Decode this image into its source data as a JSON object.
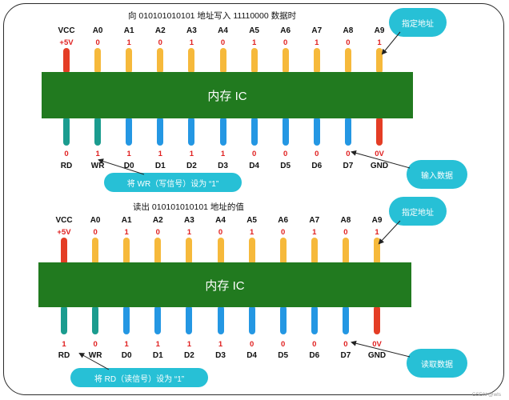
{
  "colors": {
    "ic": "#217a1f",
    "pin_red": "#e43d25",
    "pin_yellow": "#f6b93b",
    "pin_teal": "#1b9c8f",
    "pin_blue": "#2497e3",
    "value_red": "#e02020",
    "value_default": "#222222",
    "bubble": "#27c0d6"
  },
  "watermark": "CSDN @wls",
  "sections": [
    {
      "title": "向 010101010101 地址写入 11110000 数据时",
      "ic_label": "内存 IC",
      "top_labels": [
        "VCC",
        "A0",
        "A1",
        "A2",
        "A3",
        "A4",
        "A5",
        "A6",
        "A7",
        "A8",
        "A9"
      ],
      "top_values": [
        "+5V",
        "0",
        "1",
        "0",
        "1",
        "0",
        "1",
        "0",
        "1",
        "0",
        "1"
      ],
      "top_pin_colors": [
        "red",
        "yellow",
        "yellow",
        "yellow",
        "yellow",
        "yellow",
        "yellow",
        "yellow",
        "yellow",
        "yellow",
        "yellow"
      ],
      "bottom_values": [
        "0",
        "1",
        "1",
        "1",
        "1",
        "1",
        "0",
        "0",
        "0",
        "0",
        "0V"
      ],
      "bottom_labels": [
        "RD",
        "WR",
        "D0",
        "D1",
        "D2",
        "D3",
        "D4",
        "D5",
        "D6",
        "D7",
        "GND"
      ],
      "bottom_pin_colors": [
        "teal",
        "teal",
        "blue",
        "blue",
        "blue",
        "blue",
        "blue",
        "blue",
        "blue",
        "blue",
        "red"
      ],
      "bubble_address": "指定地址",
      "bubble_data": "输入数据",
      "control_note": "将 WR（写信号）设为 “1”"
    },
    {
      "title": "读出 010101010101 地址的值",
      "ic_label": "内存 IC",
      "top_labels": [
        "VCC",
        "A0",
        "A1",
        "A2",
        "A3",
        "A4",
        "A5",
        "A6",
        "A7",
        "A8",
        "A9"
      ],
      "top_values": [
        "+5V",
        "0",
        "1",
        "0",
        "1",
        "0",
        "1",
        "0",
        "1",
        "0",
        "1"
      ],
      "top_pin_colors": [
        "red",
        "yellow",
        "yellow",
        "yellow",
        "yellow",
        "yellow",
        "yellow",
        "yellow",
        "yellow",
        "yellow",
        "yellow"
      ],
      "bottom_values": [
        "1",
        "0",
        "1",
        "1",
        "1",
        "1",
        "0",
        "0",
        "0",
        "0",
        "0V"
      ],
      "bottom_labels": [
        "RD",
        "WR",
        "D0",
        "D1",
        "D2",
        "D3",
        "D4",
        "D5",
        "D6",
        "D7",
        "GND"
      ],
      "bottom_pin_colors": [
        "teal",
        "teal",
        "blue",
        "blue",
        "blue",
        "blue",
        "blue",
        "blue",
        "blue",
        "blue",
        "red"
      ],
      "bubble_address": "指定地址",
      "bubble_data": "读取数据",
      "control_note": "将 RD（读信号）设为 “1”"
    }
  ]
}
